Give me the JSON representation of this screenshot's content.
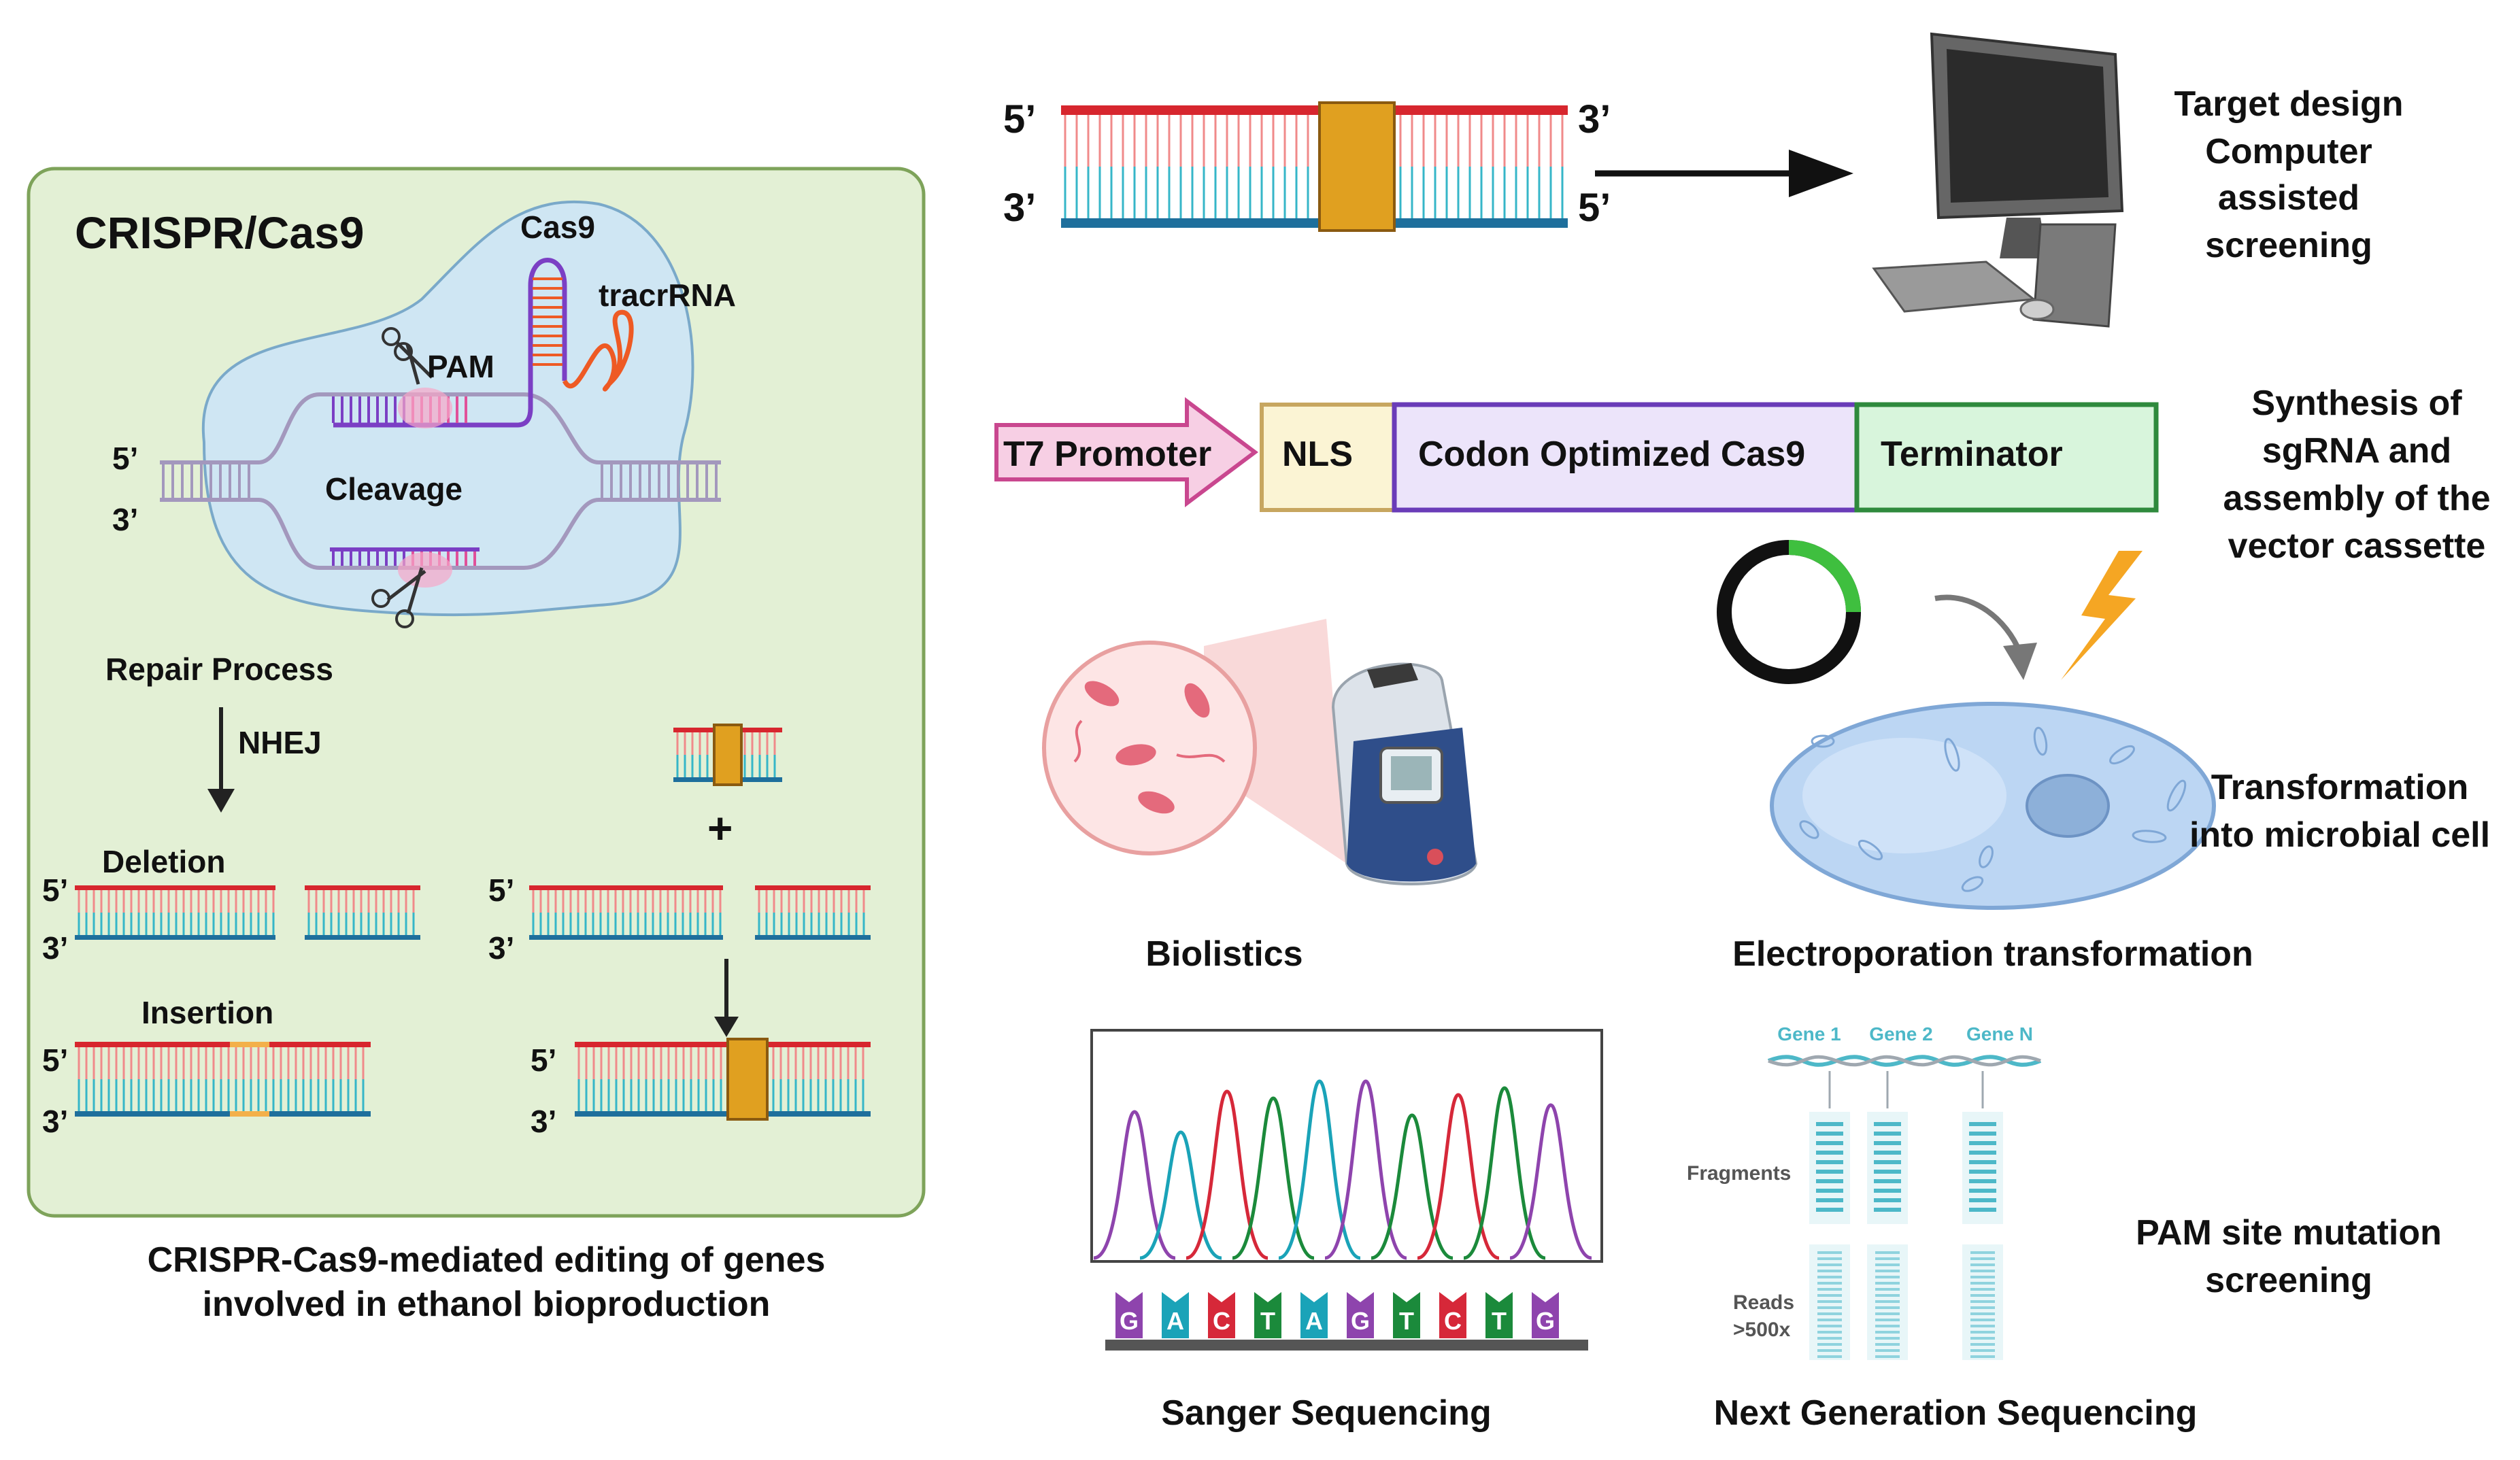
{
  "crispr": {
    "title": "CRISPR/Cas9",
    "cas9_label": "Cas9",
    "tracr_label": "tracrRNA",
    "pam_label": "PAM",
    "cleavage_label": "Cleavage",
    "five_prime": "5’",
    "three_prime": "3’",
    "repair_label": "Repair Process",
    "nhej_label": "NHEJ",
    "deletion_label": "Deletion",
    "insertion_label": "Insertion",
    "plus_sign": "+",
    "caption_line1": "CRISPR-Cas9-mediated editing of genes",
    "caption_line2": "involved in ethanol bioproduction"
  },
  "design": {
    "five_prime": "5’",
    "three_prime": "3’",
    "label_lines": [
      "Target design",
      "Computer",
      "assisted",
      "screening"
    ]
  },
  "cassette": {
    "promoter": "T7 Promoter",
    "nls": "NLS",
    "cas9": "Codon Optimized Cas9",
    "terminator": "Terminator",
    "label_lines": [
      "Synthesis of",
      "sgRNA and",
      "assembly of the",
      "vector cassette"
    ]
  },
  "transformation": {
    "biolistics": "Biolistics",
    "electroporation": "Electroporation transformation",
    "label_lines": [
      "Transformation",
      "into microbial cell"
    ]
  },
  "sequencing": {
    "sanger": "Sanger Sequencing",
    "bases": [
      "G",
      "A",
      "C",
      "T",
      "A",
      "G",
      "T",
      "C",
      "T",
      "G"
    ],
    "ngs": "Next Generation Sequencing",
    "gene1": "Gene 1",
    "gene2": "Gene 2",
    "gene_n": "Gene N",
    "fragments": "Fragments",
    "reads": "Reads",
    "reads_depth": ">500x",
    "pam_lines": [
      "PAM site mutation",
      "screening"
    ]
  },
  "colors": {
    "panel_bg": "#e3f0d5",
    "panel_border": "#7ea35a",
    "strand_red": "#d7262e",
    "strand_blue": "#1e6f9c",
    "rung_red": "#f08a8a",
    "rung_cyan": "#36b6c8",
    "insert_gold": "#e0a020",
    "nls_fill": "#fbf4d4",
    "cas9_fill": "#ece4fa",
    "term_fill": "#d8f5dc"
  }
}
